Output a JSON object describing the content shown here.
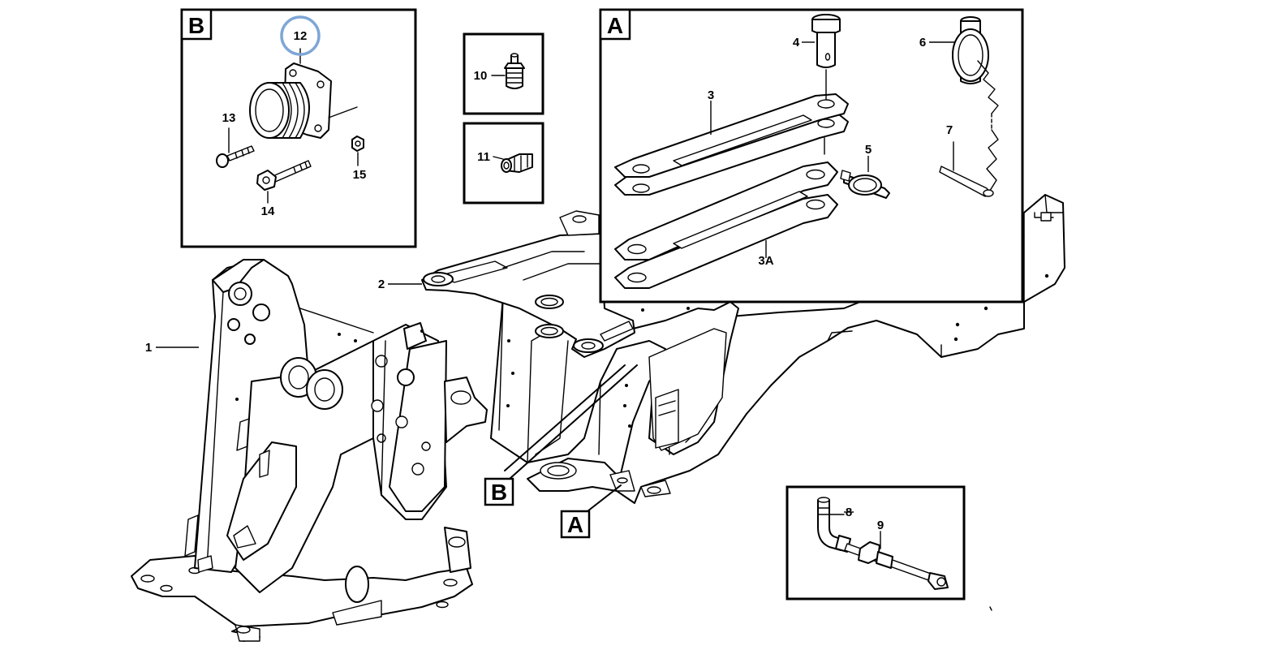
{
  "callouts": {
    "c1": "1",
    "c2": "2",
    "c3": "3",
    "c3a": "3A",
    "c4": "4",
    "c5": "5",
    "c6": "6",
    "c7": "7",
    "c8": "8",
    "c9": "9",
    "c10": "10",
    "c11": "11",
    "c12": "12",
    "c13": "13",
    "c14": "14",
    "c15": "15"
  },
  "detail_boxes": {
    "a_label": "A",
    "b_label": "B"
  },
  "reference_tags": {
    "a_tag": "A",
    "b_tag": "B"
  },
  "colors": {
    "highlight": "#7fa6d6"
  }
}
